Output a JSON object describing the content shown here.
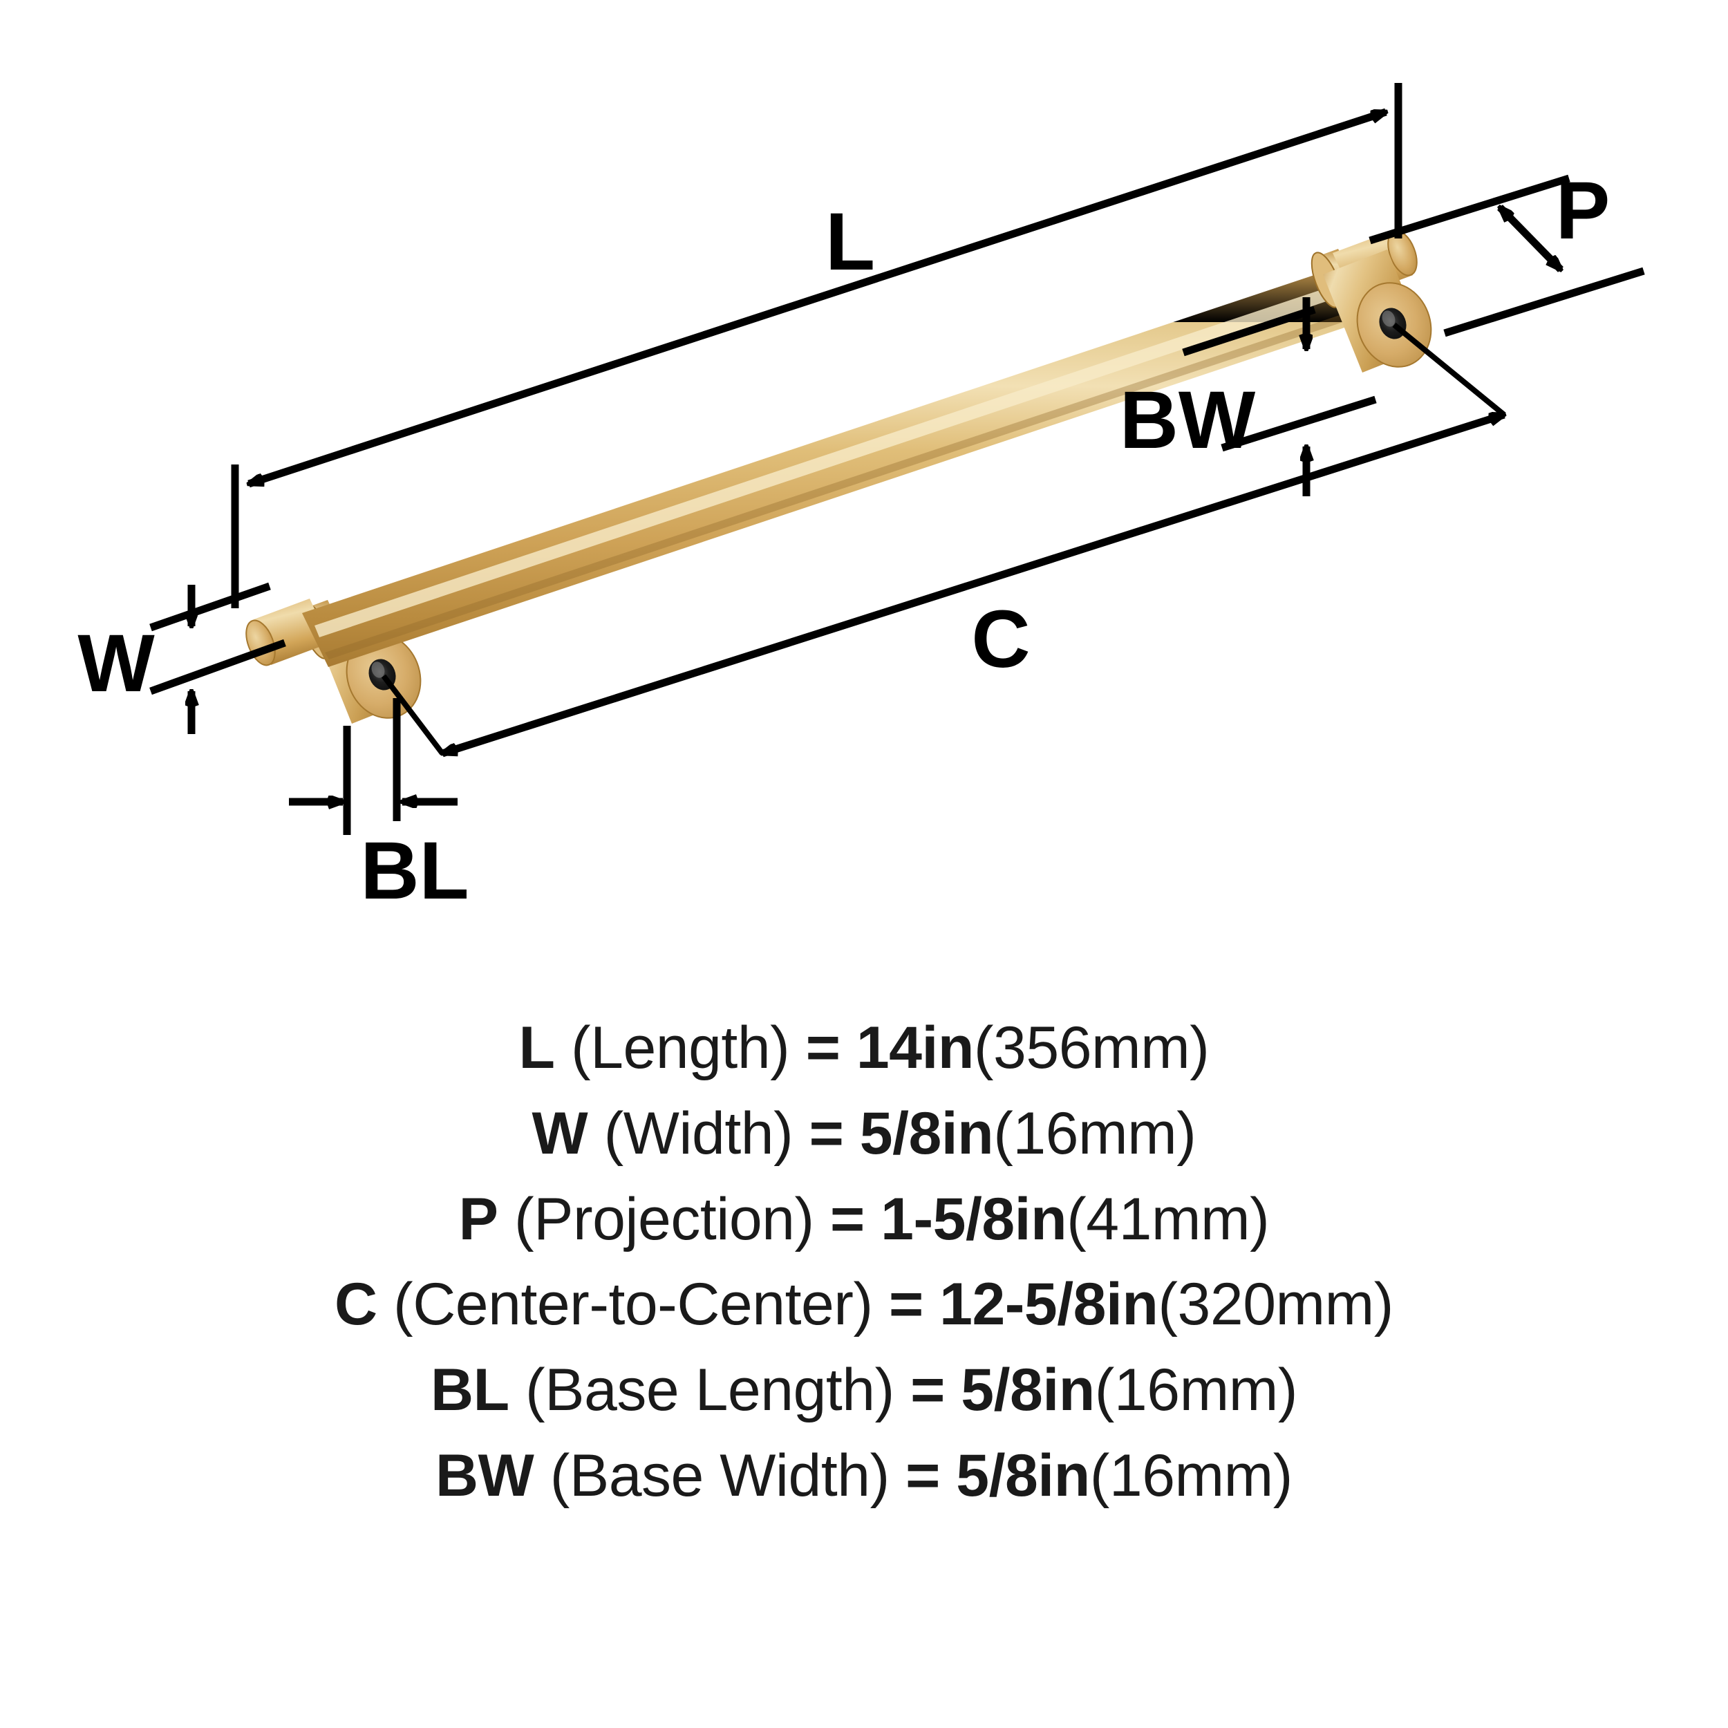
{
  "product": {
    "type": "bar-pull-cabinet-handle",
    "finish_color": "#D9AE62",
    "finish_highlight": "#F0D9A8",
    "finish_shadow": "#B07F33",
    "line_color": "#000000",
    "background_color": "#FFFFFF"
  },
  "diagram": {
    "callouts": [
      {
        "id": "L",
        "label": "L",
        "data_name": "dimension-label-l"
      },
      {
        "id": "P",
        "label": "P",
        "data_name": "dimension-label-p"
      },
      {
        "id": "BW",
        "label": "BW",
        "data_name": "dimension-label-bw"
      },
      {
        "id": "C",
        "label": "C",
        "data_name": "dimension-label-c"
      },
      {
        "id": "W",
        "label": "W",
        "data_name": "dimension-label-w"
      },
      {
        "id": "BL",
        "label": "BL",
        "data_name": "dimension-label-bl"
      }
    ]
  },
  "specs": [
    {
      "abbr": "L",
      "name": " (Length)",
      "eq": " = ",
      "imperial": "14in",
      "metric": "(356mm)"
    },
    {
      "abbr": "W",
      "name": " (Width)",
      "eq": " = ",
      "imperial": "5/8in",
      "metric": "(16mm)"
    },
    {
      "abbr": "P",
      "name": " (Projection)",
      "eq": " = ",
      "imperial": "1-5/8in",
      "metric": "(41mm)"
    },
    {
      "abbr": "C",
      "name": " (Center-to-Center)",
      "eq": " = ",
      "imperial": "12-5/8in",
      "metric": "(320mm)"
    },
    {
      "abbr": "BL",
      "name": " (Base Length)",
      "eq": " = ",
      "imperial": "5/8in",
      "metric": "(16mm)"
    },
    {
      "abbr": "BW",
      "name": " (Base Width)",
      "eq": " = ",
      "imperial": "5/8in",
      "metric": "(16mm)"
    }
  ]
}
